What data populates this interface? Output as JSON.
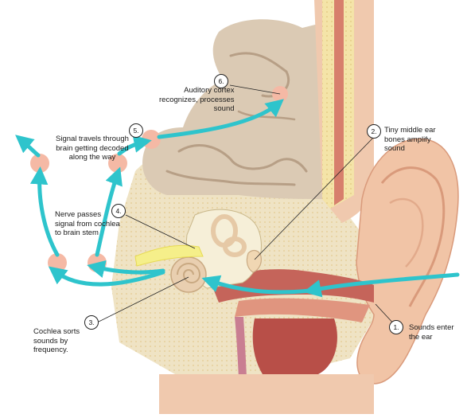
{
  "colors": {
    "arrow": "#2ec4cc",
    "skin": "#f1c4a6",
    "skin_shadow": "#d99a7b",
    "bone": "#f4e4a8",
    "brain": "#dbcab4",
    "brain_fold": "#b79f86",
    "canal": "#c5645a",
    "node": "#f5b9a5",
    "nerve": "#f5ef8a"
  },
  "steps": [
    {
      "number": "1.",
      "lines": [
        "Sounds enter",
        "the ear"
      ]
    },
    {
      "number": "2.",
      "lines": [
        "Tiny middle ear",
        "bones amplify",
        "sound"
      ]
    },
    {
      "number": "3.",
      "lines": [
        "Cochlea sorts",
        "sounds by",
        "frequency."
      ]
    },
    {
      "number": "4.",
      "lines": [
        "Nerve passes",
        "signal from cochlea",
        "to brain stem"
      ]
    },
    {
      "number": "5.",
      "lines": [
        "Signal travels through",
        "brain getting decoded",
        "along the way"
      ]
    },
    {
      "number": "6.",
      "lines": [
        "Auditory cortex",
        "recognizes, processes",
        "sound"
      ]
    }
  ]
}
